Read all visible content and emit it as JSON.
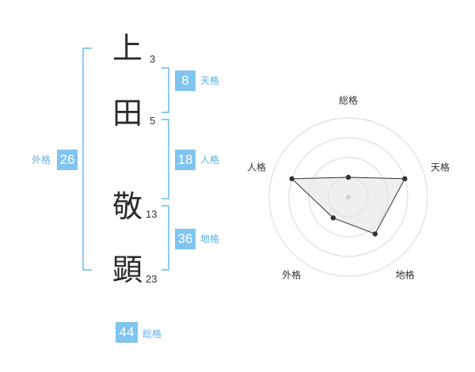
{
  "characters": [
    {
      "char": "上",
      "strokes": "3"
    },
    {
      "char": "田",
      "strokes": "5"
    },
    {
      "char": "敬",
      "strokes": "13"
    },
    {
      "char": "顕",
      "strokes": "23"
    }
  ],
  "fortunes": {
    "tenkaku": {
      "value": "8",
      "label": "天格"
    },
    "jinkaku": {
      "value": "18",
      "label": "人格"
    },
    "chikaku": {
      "value": "36",
      "label": "地格"
    },
    "gaikaku": {
      "value": "26",
      "label": "外格"
    },
    "soukaku": {
      "value": "44",
      "label": "総格"
    }
  },
  "colors": {
    "accent": "#80c4ef",
    "bracket": "#8fcbf0",
    "label": "#5ab2e8"
  },
  "chart_data": {
    "type": "radar",
    "axes": [
      "総格",
      "天格",
      "地格",
      "外格",
      "人格"
    ],
    "values": [
      1,
      3,
      2.3,
      1.3,
      3
    ],
    "rmax": 4,
    "rings": 4,
    "grid": true
  }
}
